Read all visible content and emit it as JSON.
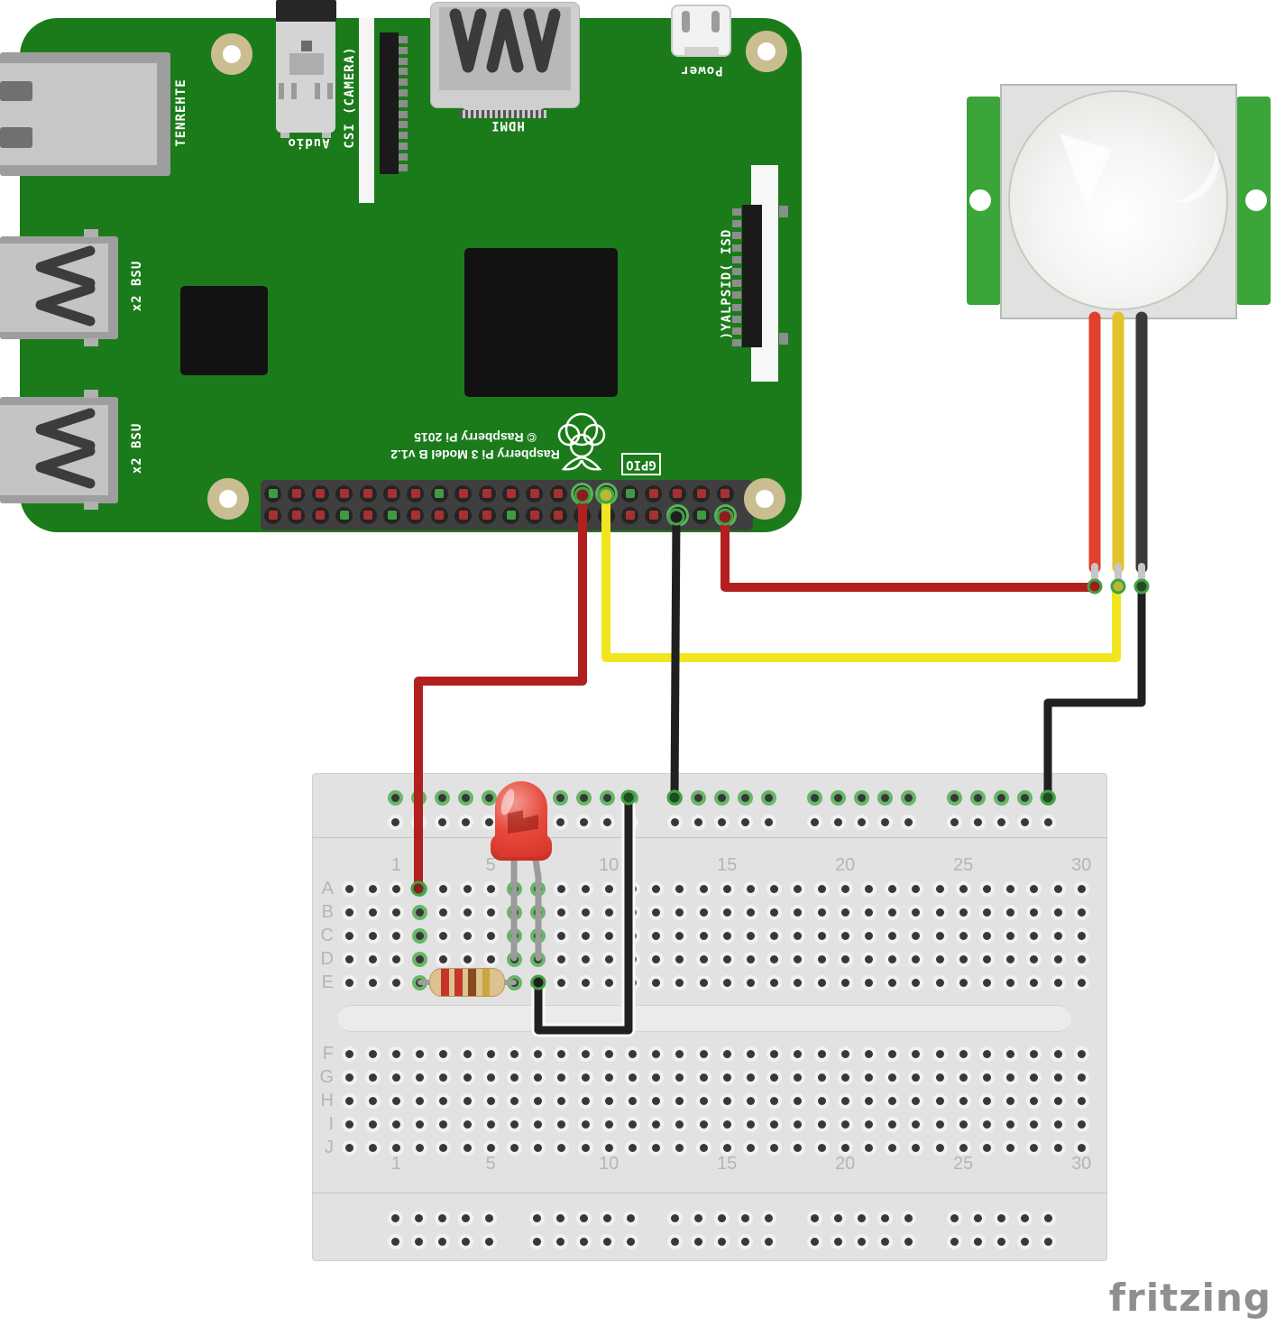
{
  "watermark": "fritzing",
  "colors": {
    "pi_board_green": "#1b7b1b",
    "pir_pcb_green": "#3ba53a",
    "jumper_red": "#b21f1f",
    "jumper_yellow": "#f2e51f",
    "jumper_black": "#202020",
    "pir_wire_red": "#e2402e",
    "pir_wire_yellow": "#e3c32b",
    "pir_wire_black": "#3a3a3a",
    "connection_green": "#43a047",
    "breadboard_gray": "#e2e2e2",
    "led_red": "#e6493c",
    "resistor_tan": "#dcc28c"
  },
  "raspberry_pi": {
    "labels": {
      "ethernet": "ETHERNET",
      "usb": "USB 2x",
      "audio": "Audio",
      "csi": "CSI (CAMERA)",
      "hdmi": "HDMI",
      "power": "Power",
      "dsi": "DSI (DISPLAY)",
      "gpio": "GPIO",
      "board_name": "Raspberry Pi 3 Model B v1.2",
      "copyright": "© Raspberry Pi 2015"
    }
  },
  "breadboard": {
    "column_labels": [
      "1",
      "5",
      "10",
      "15",
      "20",
      "25",
      "30"
    ],
    "row_labels_top": [
      "A",
      "B",
      "C",
      "D",
      "E"
    ],
    "row_labels_bottom": [
      "F",
      "G",
      "H",
      "I",
      "J"
    ]
  }
}
